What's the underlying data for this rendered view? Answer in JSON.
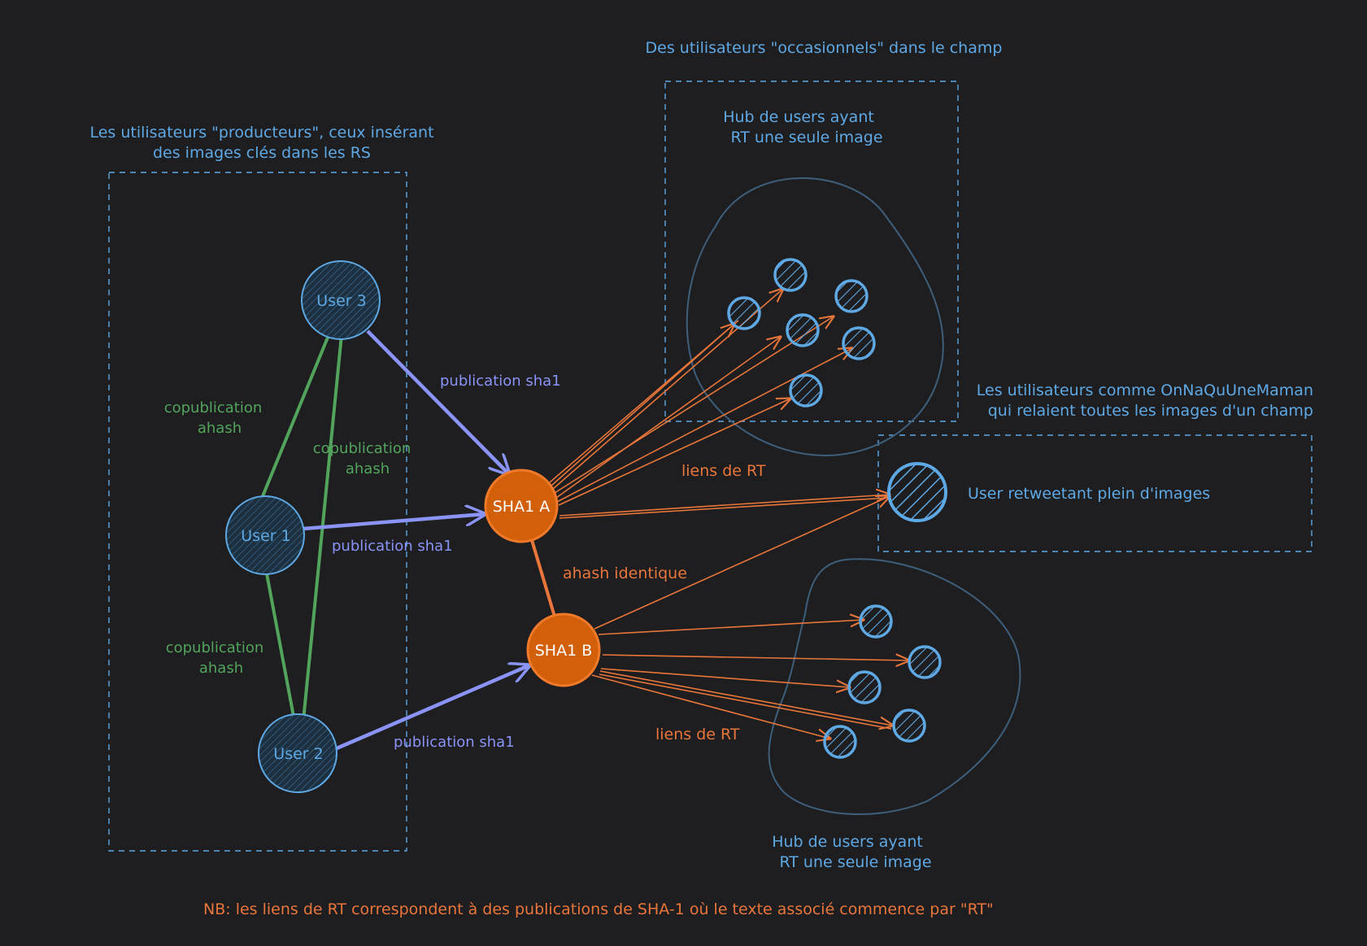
{
  "groups": {
    "producers": {
      "caption_line1": "Les utilisateurs \"producteurs\", ceux insérant",
      "caption_line2": "des images clés dans les RS"
    },
    "occasional": {
      "caption": "Des utilisateurs \"occasionnels\" dans le champ"
    },
    "relayers": {
      "caption_line1": "Les utilisateurs comme OnNaQuUneMaman",
      "caption_line2": "qui relaient toutes les images d'un champ"
    }
  },
  "hubs": {
    "top": {
      "line1": "Hub de users ayant",
      "line2": "RT une seule image"
    },
    "bottom": {
      "line1": "Hub de users ayant",
      "line2": "RT une seule image"
    }
  },
  "nodes": {
    "user1": "User 1",
    "user2": "User 2",
    "user3": "User 3",
    "sha_a": "SHA1 A",
    "sha_b": "SHA1 B",
    "big_retweeter": "User retweetant plein d'images"
  },
  "edge_labels": {
    "copub_top": {
      "line1": "copublication",
      "line2": "ahash"
    },
    "copub_mid": {
      "line1": "copublication",
      "line2": "ahash"
    },
    "copub_bottom": {
      "line1": "copublication",
      "line2": "ahash"
    },
    "pub_user3": "publication sha1",
    "pub_user1": "publication sha1",
    "pub_user2": "publication sha1",
    "ahash_identique": "ahash identique",
    "rt_top": "liens de RT",
    "rt_bottom": "liens de RT"
  },
  "footnote": "NB: les liens de RT correspondent à des publications de SHA-1 où le texte associé commence par \"RT\"",
  "colors": {
    "background": "#1e1e20",
    "blue": "#5ea8e4",
    "green": "#52a45c",
    "violet": "#8a93f6",
    "orange": "#e8763a",
    "sha_fill": "#d2600a",
    "user_fill": "#1c3040"
  }
}
